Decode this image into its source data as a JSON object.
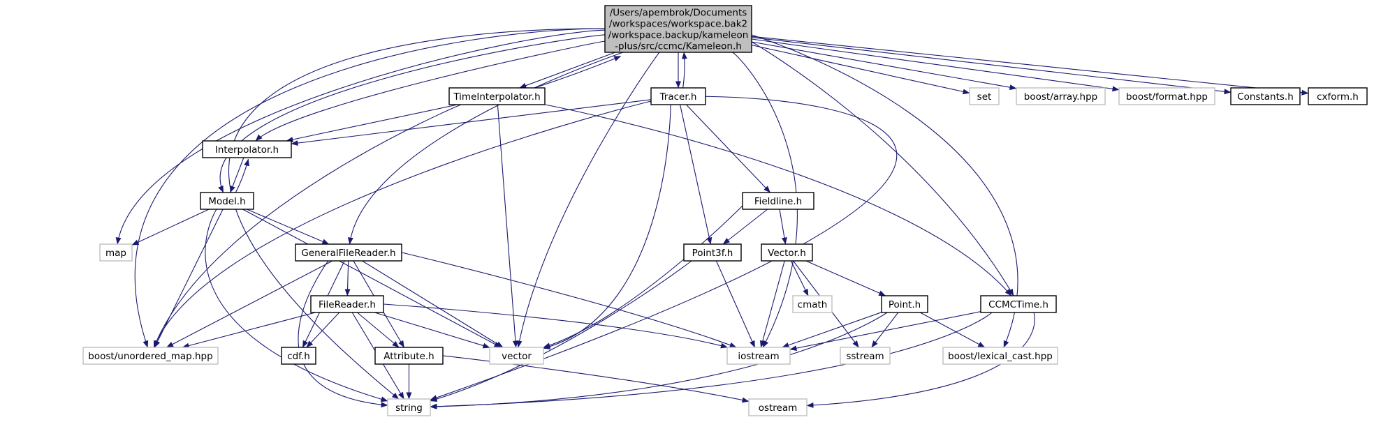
{
  "colors": {
    "edge": "#191970",
    "root_fill": "#bfbfbf",
    "header_border": "#000000",
    "system_border": "#bfbfbf",
    "text": "#000000"
  },
  "nodes": [
    {
      "id": "root",
      "kind": "root",
      "label": "/Users/apembrok/Documents\n/workspaces/workspace.bak2\n/workspace.backup/kameleon\n-plus/src/ccmc/Kameleon.h"
    },
    {
      "id": "timeinterp",
      "kind": "header",
      "label": "TimeInterpolator.h"
    },
    {
      "id": "tracer",
      "kind": "header",
      "label": "Tracer.h"
    },
    {
      "id": "set",
      "kind": "system",
      "label": "set"
    },
    {
      "id": "boostarray",
      "kind": "system",
      "label": "boost/array.hpp"
    },
    {
      "id": "boostformat",
      "kind": "system",
      "label": "boost/format.hpp"
    },
    {
      "id": "constants",
      "kind": "header",
      "label": "Constants.h"
    },
    {
      "id": "cxform",
      "kind": "header",
      "label": "cxform.h"
    },
    {
      "id": "interp",
      "kind": "header",
      "label": "Interpolator.h"
    },
    {
      "id": "model",
      "kind": "header",
      "label": "Model.h"
    },
    {
      "id": "map",
      "kind": "system",
      "label": "map"
    },
    {
      "id": "gfr",
      "kind": "header",
      "label": "GeneralFileReader.h"
    },
    {
      "id": "fieldline",
      "kind": "header",
      "label": "Fieldline.h"
    },
    {
      "id": "point3f",
      "kind": "header",
      "label": "Point3f.h"
    },
    {
      "id": "vectorh",
      "kind": "header",
      "label": "Vector.h"
    },
    {
      "id": "cmath",
      "kind": "system",
      "label": "cmath"
    },
    {
      "id": "pointh",
      "kind": "header",
      "label": "Point.h"
    },
    {
      "id": "ccmctime",
      "kind": "header",
      "label": "CCMCTime.h"
    },
    {
      "id": "filereader",
      "kind": "header",
      "label": "FileReader.h"
    },
    {
      "id": "cdf",
      "kind": "header",
      "label": "cdf.h"
    },
    {
      "id": "attribute",
      "kind": "header",
      "label": "Attribute.h"
    },
    {
      "id": "vector",
      "kind": "system",
      "label": "vector"
    },
    {
      "id": "iostream",
      "kind": "system",
      "label": "iostream"
    },
    {
      "id": "sstream",
      "kind": "system",
      "label": "sstream"
    },
    {
      "id": "lexcast",
      "kind": "system",
      "label": "boost/lexical_cast.hpp"
    },
    {
      "id": "unordered",
      "kind": "system",
      "label": "boost/unordered_map.hpp"
    },
    {
      "id": "string",
      "kind": "system",
      "label": "string"
    },
    {
      "id": "ostream",
      "kind": "system",
      "label": "ostream"
    }
  ],
  "edges": [
    {
      "from": "root",
      "to": "timeinterp"
    },
    {
      "from": "timeinterp",
      "to": "root"
    },
    {
      "from": "root",
      "to": "tracer"
    },
    {
      "from": "tracer",
      "to": "root"
    },
    {
      "from": "root",
      "to": "set"
    },
    {
      "from": "root",
      "to": "boostarray"
    },
    {
      "from": "root",
      "to": "boostformat"
    },
    {
      "from": "root",
      "to": "constants"
    },
    {
      "from": "root",
      "to": "cxform"
    },
    {
      "from": "root",
      "to": "interp"
    },
    {
      "from": "root",
      "to": "model"
    },
    {
      "from": "root",
      "to": "map"
    },
    {
      "from": "root",
      "to": "gfr"
    },
    {
      "from": "root",
      "to": "vector"
    },
    {
      "from": "root",
      "to": "iostream"
    },
    {
      "from": "root",
      "to": "ccmctime"
    },
    {
      "from": "root",
      "to": "lexcast"
    },
    {
      "from": "root",
      "to": "unordered"
    },
    {
      "from": "root",
      "to": "string"
    },
    {
      "from": "timeinterp",
      "to": "interp"
    },
    {
      "from": "timeinterp",
      "to": "unordered"
    },
    {
      "from": "timeinterp",
      "to": "vector"
    },
    {
      "from": "timeinterp",
      "to": "ccmctime"
    },
    {
      "from": "tracer",
      "to": "interp"
    },
    {
      "from": "tracer",
      "to": "unordered"
    },
    {
      "from": "tracer",
      "to": "vector"
    },
    {
      "from": "tracer",
      "to": "point3f"
    },
    {
      "from": "tracer",
      "to": "fieldline"
    },
    {
      "from": "tracer",
      "to": "string"
    },
    {
      "from": "interp",
      "to": "model"
    },
    {
      "from": "model",
      "to": "interp"
    },
    {
      "from": "model",
      "to": "map"
    },
    {
      "from": "model",
      "to": "gfr"
    },
    {
      "from": "model",
      "to": "vector"
    },
    {
      "from": "model",
      "to": "unordered"
    },
    {
      "from": "model",
      "to": "string"
    },
    {
      "from": "gfr",
      "to": "unordered"
    },
    {
      "from": "gfr",
      "to": "filereader"
    },
    {
      "from": "gfr",
      "to": "cdf"
    },
    {
      "from": "gfr",
      "to": "attribute"
    },
    {
      "from": "gfr",
      "to": "vector"
    },
    {
      "from": "gfr",
      "to": "iostream"
    },
    {
      "from": "gfr",
      "to": "string"
    },
    {
      "from": "filereader",
      "to": "unordered"
    },
    {
      "from": "filereader",
      "to": "cdf"
    },
    {
      "from": "filereader",
      "to": "attribute"
    },
    {
      "from": "filereader",
      "to": "vector"
    },
    {
      "from": "filereader",
      "to": "iostream"
    },
    {
      "from": "filereader",
      "to": "string"
    },
    {
      "from": "attribute",
      "to": "string"
    },
    {
      "from": "attribute",
      "to": "ostream"
    },
    {
      "from": "fieldline",
      "to": "point3f"
    },
    {
      "from": "fieldline",
      "to": "vectorh"
    },
    {
      "from": "fieldline",
      "to": "vector"
    },
    {
      "from": "point3f",
      "to": "iostream"
    },
    {
      "from": "point3f",
      "to": "string"
    },
    {
      "from": "vectorh",
      "to": "cmath"
    },
    {
      "from": "vectorh",
      "to": "pointh"
    },
    {
      "from": "vectorh",
      "to": "iostream"
    },
    {
      "from": "vectorh",
      "to": "sstream"
    },
    {
      "from": "pointh",
      "to": "iostream"
    },
    {
      "from": "pointh",
      "to": "sstream"
    },
    {
      "from": "pointh",
      "to": "lexcast"
    },
    {
      "from": "pointh",
      "to": "string"
    },
    {
      "from": "ccmctime",
      "to": "iostream"
    },
    {
      "from": "ccmctime",
      "to": "string"
    },
    {
      "from": "ccmctime",
      "to": "ostream"
    }
  ]
}
